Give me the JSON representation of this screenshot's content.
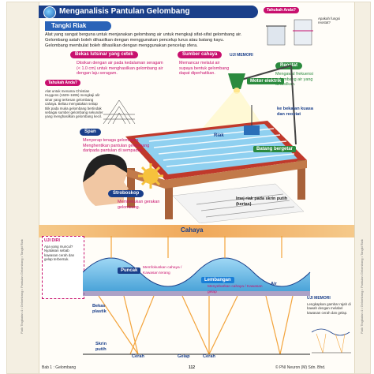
{
  "header": {
    "title": "Menganalisis Pantulan Gelombang"
  },
  "tangki": {
    "label": "Tangki Riak"
  },
  "intro": {
    "p1": "Alat yang sangat berguna untuk menjanakan gelombang air untuk mengkaji sifat-sifat gelombang air.",
    "p2": "Gelombang satah boleh dihasilkan dengan menggunakan pencelup lurus atau batang kayu.",
    "p3": "Gelombang membulat boleh dihasilkan dengan menggunakan pencelup sfera."
  },
  "tahukah_top": {
    "label": "Tahukah Anda?"
  },
  "tahukah_top_note": "Apakah fungsi reostat?",
  "uji_memori_1": {
    "label": "UJI MEMORI"
  },
  "bekas": {
    "label": "Bekas lutsinar yang cetek",
    "text": "Diisikan dengan air pada kedalaman seragam (< 1.0 cm) untuk menghasilkan gelombang air dengan laju seragam."
  },
  "sumber": {
    "label": "Sumber cahaya",
    "text": "Memancar melalui air supaya bentuk gelombang dapat diperhatikan."
  },
  "reostat": {
    "label": "Reostat",
    "text": "Mengawal frekuensi gelombang air yang dihasilkan."
  },
  "motor": {
    "label": "Motor elektrik"
  },
  "bekalan": {
    "label": "ke bekalan kuasa dan reostat"
  },
  "riak": {
    "label": "Riak"
  },
  "batang": {
    "label": "Batang bergetar"
  },
  "span": {
    "label": "Span",
    "text": "Menyerap tenaga gelombang. Menghentikan pantulan gelombang daripada pantulan di sempadan."
  },
  "stroboskop": {
    "label": "Stroboskop",
    "text": "Membekukan gerakan gelombang."
  },
  "imej": {
    "label": "Imej riak pada skrin putih (kertas)"
  },
  "tahukah_left": {
    "label": "Tahukah Anda?"
  },
  "tahukah_left_text": "Alat untuk menama Christian Huygens (1629–1695) mengkaji alir sinar yang terkesan gelombang cahaya. Beliau menyatakan setiap titik pada muka gelombang bertindak sebagai sumber gelombang sekunder yang menghasilkan gelombang kecil.",
  "uji_diri": {
    "label": "UJI DIRI"
  },
  "uji_diri_text": "Apa yang muncul? Nyatakan sebab kawasan cerah dan gelap terbentuk.",
  "cahaya": {
    "label": "Cahaya"
  },
  "puncak": {
    "label": "Puncak",
    "text": "Memfokuskan cahaya / Kawasan terang"
  },
  "lembangan": {
    "label": "Lembangan",
    "text": "Menyebarkan cahaya / Kawasan gelap"
  },
  "bekas_plastik": {
    "label": "Bekas plastik"
  },
  "air": {
    "label": "Air"
  },
  "skrin": {
    "label": "Skrin putih"
  },
  "cerah1": {
    "label": "Cerah"
  },
  "gelap": {
    "label": "Gelap"
  },
  "cerah2": {
    "label": "Cerah"
  },
  "uji_memori_2": {
    "label": "UJI MEMORI"
  },
  "uji_memori_2_text": "Lengkapkan gambar rajah di bawah dengan melabel kawasan cerah dan gelap.",
  "footer": {
    "left": "Bab 1 : Gelombang",
    "page": "112",
    "right": "© PNI Neuron (M) Sdn. Bhd."
  },
  "side": {
    "text": "Fizik Tingkatan 4 • Gelombang • Pantulan Gelombang • Tangki Riak"
  },
  "colors": {
    "header": "#1a3f8a",
    "magenta": "#c8106e",
    "green": "#2b8a3e",
    "orange": "#e8762c"
  }
}
